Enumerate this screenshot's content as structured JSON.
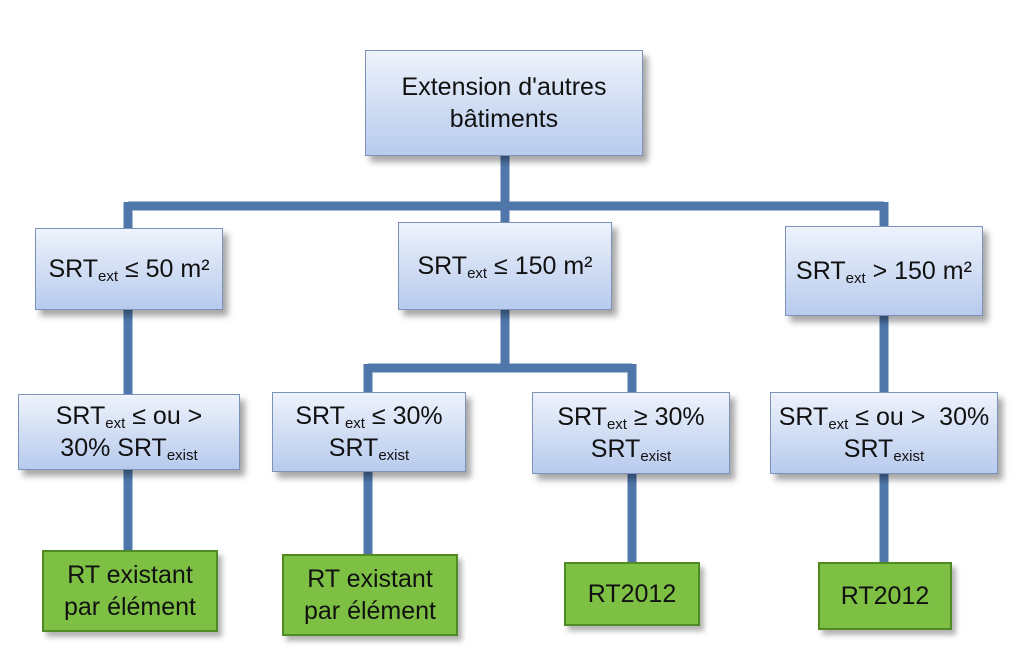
{
  "diagram": {
    "root": {
      "line1": "Extension d'autres",
      "line2": "bâtiments"
    },
    "level1": [
      {
        "pre": "SRT",
        "sub": "ext",
        "post": " ≤ 50 m²"
      },
      {
        "pre": "SRT",
        "sub": "ext",
        "post": " ≤ 150 m²"
      },
      {
        "pre": "SRT",
        "sub": "ext",
        "post": " > 150 m²"
      }
    ],
    "level2": [
      {
        "l1_pre": "SRT",
        "l1_sub": "ext",
        "l1_post": " ≤ ou >",
        "l2_pre": "30% SRT",
        "l2_sub": "exist"
      },
      {
        "l1_pre": "SRT",
        "l1_sub": "ext",
        "l1_post": " ≤ 30%",
        "l2_pre": "SRT",
        "l2_sub": "exist"
      },
      {
        "l1_pre": "SRT",
        "l1_sub": "ext",
        "l1_post": " ≥ 30%",
        "l2_pre": "SRT",
        "l2_sub": "exist"
      },
      {
        "l1_pre": "SRT",
        "l1_sub": "ext",
        "l1_post": " ≤ ou >  30%",
        "l2_pre": "SRT",
        "l2_sub": "exist"
      }
    ],
    "results": [
      {
        "line1": "RT existant",
        "line2": "par élément"
      },
      {
        "line1": "RT existant",
        "line2": "par élément"
      },
      {
        "line1": "RT2012",
        "line2": ""
      },
      {
        "line1": "RT2012",
        "line2": ""
      }
    ],
    "colors": {
      "connector": "#4f77aa",
      "box_gradient_top": "#eef3fc",
      "box_gradient_bottom": "#b8cbee",
      "result_fill": "#7dc043"
    }
  }
}
